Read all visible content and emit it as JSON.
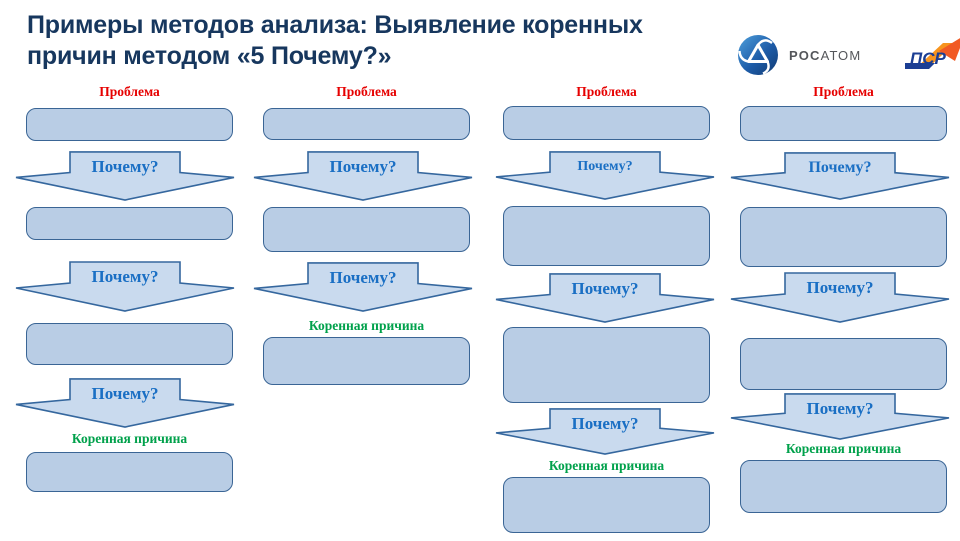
{
  "title": "Примеры методов анализа: Выявление коренных причин методом «5 Почему?»",
  "labels": {
    "problem": "Проблема",
    "why": "Почему?",
    "root_cause": "Коренная причина"
  },
  "logos": {
    "rosatom": {
      "name": "РОСАТОМ",
      "bold_part": "РОС",
      "regular_part": "АТОМ"
    },
    "psr": {
      "name": "ПСР"
    }
  },
  "columns": [
    {
      "problem": "Проблема",
      "box_count": 4,
      "why_count": 3,
      "root_cause": "Коренная причина"
    },
    {
      "problem": "Проблема",
      "box_count": 3,
      "why_count": 2,
      "root_cause": "Коренная причина"
    },
    {
      "problem": "Проблема",
      "box_count": 4,
      "why_count": 3,
      "root_cause": "Коренная причина"
    },
    {
      "problem": "Проблема",
      "box_count": 4,
      "why_count": 3,
      "root_cause": "Коренная причина"
    }
  ],
  "colors": {
    "title": "#17375e",
    "problem_label": "#e60000",
    "root_cause_label": "#00a14b",
    "why_text": "#1a6fc4",
    "box_fill": "#b9cde5",
    "box_border": "#3a6595",
    "psr_orange": "#f7941e",
    "psr_blue": "#1b3e94"
  }
}
